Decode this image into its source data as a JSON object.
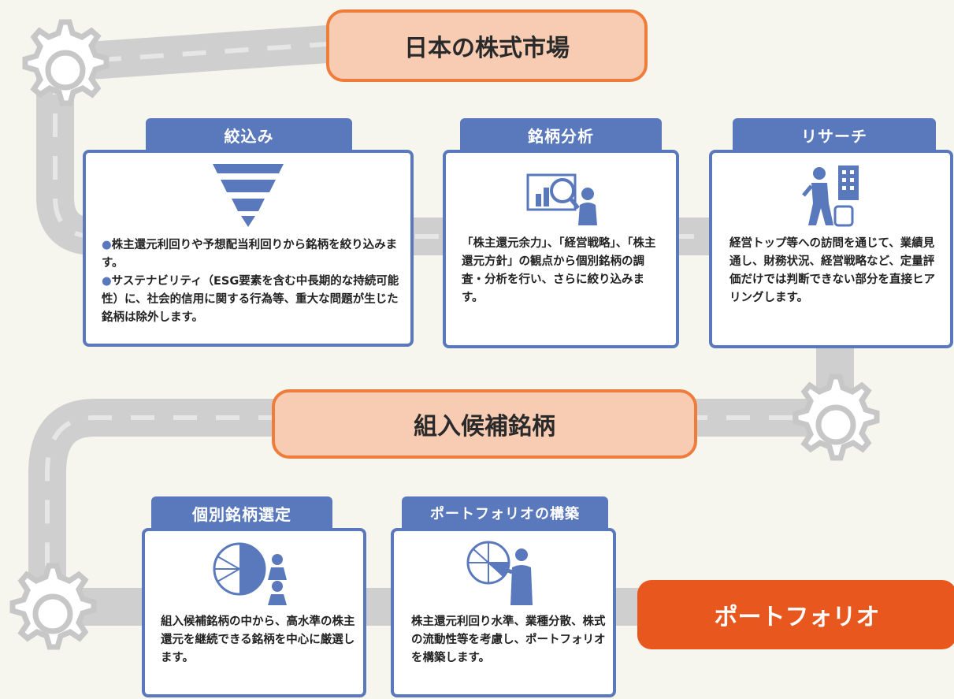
{
  "market": {
    "label": "日本の株式市場"
  },
  "candidate": {
    "label": "組入候補銘柄"
  },
  "portfolio": {
    "label": "ポートフォリオ"
  },
  "steps": {
    "screening": {
      "title": "絞込み",
      "bullets": [
        "株主還元利回りや予想配当利回りから銘柄を絞り込みます。",
        "サステナビリティ（ESG要素を含む中長期的な持続可能性）に、社会的信用に関する行為等、重大な問題が生じた銘柄は除外します。"
      ],
      "icon": "funnel-icon"
    },
    "analysis": {
      "title": "銘柄分析",
      "text": "「株主還元余力」、「経営戦略」、「株主還元方針」の観点から個別銘柄の調査・分析を行い、さらに絞り込みます。",
      "icon": "analysis-person-icon"
    },
    "research": {
      "title": "リサーチ",
      "text": "経営トップ等への訪問を通じて、業績見通し、財務状況、経営戦略など、定量評価だけでは判断できない部分を直接ヒアリングします。",
      "icon": "visit-person-icon"
    },
    "selection": {
      "title": "個別銘柄選定",
      "text": "組入候補銘柄の中から、高水準の株主還元を継続できる銘柄を中心に厳選します。",
      "icon": "pie-people-icon"
    },
    "construction": {
      "title": "ポートフォリオの構築",
      "text": "株主還元利回り水準、業種分散、株式の流動性等を考慮し、ポートフォリオを構築します。",
      "icon": "pie-person-icon"
    }
  },
  "colors": {
    "background": "#f6f5ee",
    "accent_blue": "#5a79bd",
    "accent_orange": "#ee7d3c",
    "pill_fill": "#f8ccb3",
    "portfolio_fill": "#e8571d",
    "conveyor": "#cfcfcf"
  }
}
